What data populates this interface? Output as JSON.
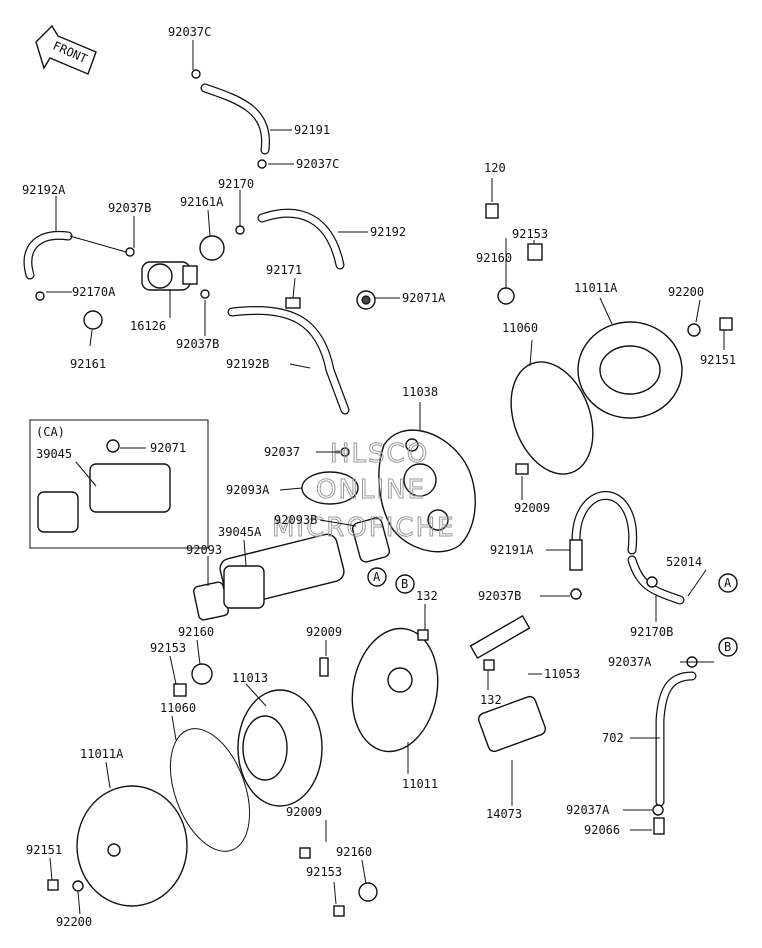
{
  "front_label": "FRONT",
  "inset_label": "(CA)",
  "watermark": [
    "HLSCO",
    "ONLINE",
    "MICROFICHE"
  ],
  "callouts": {
    "a1": "A",
    "b1": "B",
    "a2": "A",
    "b2": "B"
  },
  "labels": {
    "l_92037C_top": "92037C",
    "l_92191": "92191",
    "l_92037C_mid": "92037C",
    "l_92170": "92170",
    "l_92192A": "92192A",
    "l_92037B_a": "92037B",
    "l_92161A": "92161A",
    "l_92192": "92192",
    "l_120": "120",
    "l_92153_a": "92153",
    "l_92170A": "92170A",
    "l_16126": "16126",
    "l_92171": "92171",
    "l_92071A": "92071A",
    "l_92160_a": "92160",
    "l_11011A_a": "11011A",
    "l_92200_a": "92200",
    "l_92161": "92161",
    "l_92037B_b": "92037B",
    "l_92192B": "92192B",
    "l_11060_a": "11060",
    "l_92151_a": "92151",
    "l_11038": "11038",
    "l_92071": "92071",
    "l_39045": "39045",
    "l_92037": "92037",
    "l_92093A": "92093A",
    "l_92009_a": "92009",
    "l_92093B": "92093B",
    "l_39045A": "39045A",
    "l_92093": "92093",
    "l_92191A": "92191A",
    "l_52014": "52014",
    "l_92037B_c": "92037B",
    "l_132_a": "132",
    "l_92170B": "92170B",
    "l_92160_b": "92160",
    "l_92009_b": "92009",
    "l_92153_b": "92153",
    "l_92037A_a": "92037A",
    "l_11053": "11053",
    "l_11013": "11013",
    "l_132_b": "132",
    "l_11060_b": "11060",
    "l_702": "702",
    "l_11011A_b": "11011A",
    "l_11011": "11011",
    "l_14073": "14073",
    "l_92009_c": "92009",
    "l_92037A_b": "92037A",
    "l_92066": "92066",
    "l_92151_b": "92151",
    "l_92160_c": "92160",
    "l_92153_c": "92153",
    "l_92200_b": "92200"
  }
}
